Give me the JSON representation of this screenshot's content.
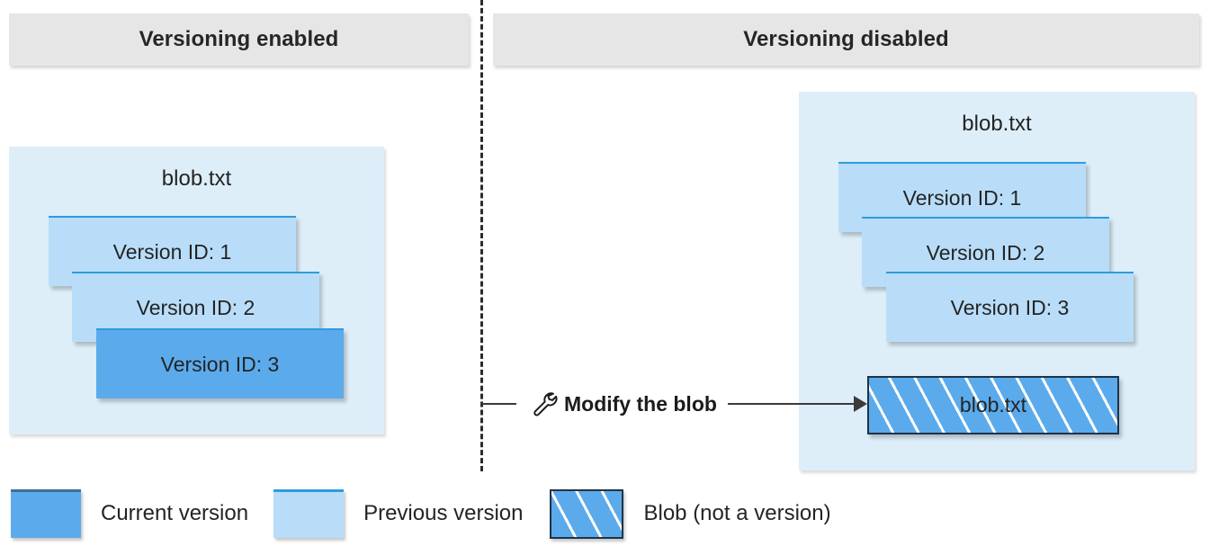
{
  "headers": {
    "left": "Versioning enabled",
    "right": "Versioning disabled"
  },
  "panels": {
    "left": {
      "title": "blob.txt",
      "versions": [
        {
          "label": "Version ID: 1",
          "state": "previous"
        },
        {
          "label": "Version ID: 2",
          "state": "previous"
        },
        {
          "label": "Version ID: 3",
          "state": "current"
        }
      ]
    },
    "right": {
      "title": "blob.txt",
      "versions": [
        {
          "label": "Version ID: 1",
          "state": "previous"
        },
        {
          "label": "Version ID: 2",
          "state": "previous"
        },
        {
          "label": "Version ID: 3",
          "state": "previous"
        }
      ],
      "blob": {
        "label": "blob.txt",
        "state": "blob"
      }
    }
  },
  "connector": {
    "icon": "wrench-icon",
    "label": "Modify the blob"
  },
  "legend": [
    {
      "label": "Current version",
      "swatch": "current"
    },
    {
      "label": "Previous version",
      "swatch": "previous"
    },
    {
      "label": "Blob (not a version)",
      "swatch": "hatched"
    }
  ],
  "colors": {
    "header_bg": "#E6E6E6",
    "container_bg": "#DEEEF9",
    "current_version": "#5BABEC",
    "previous_version": "#B9DDF8",
    "card_top_border": "#2E9BE0",
    "hatch_line": "#FFFFFF",
    "connector_line": "#3B3B3B",
    "text": "#242424"
  }
}
